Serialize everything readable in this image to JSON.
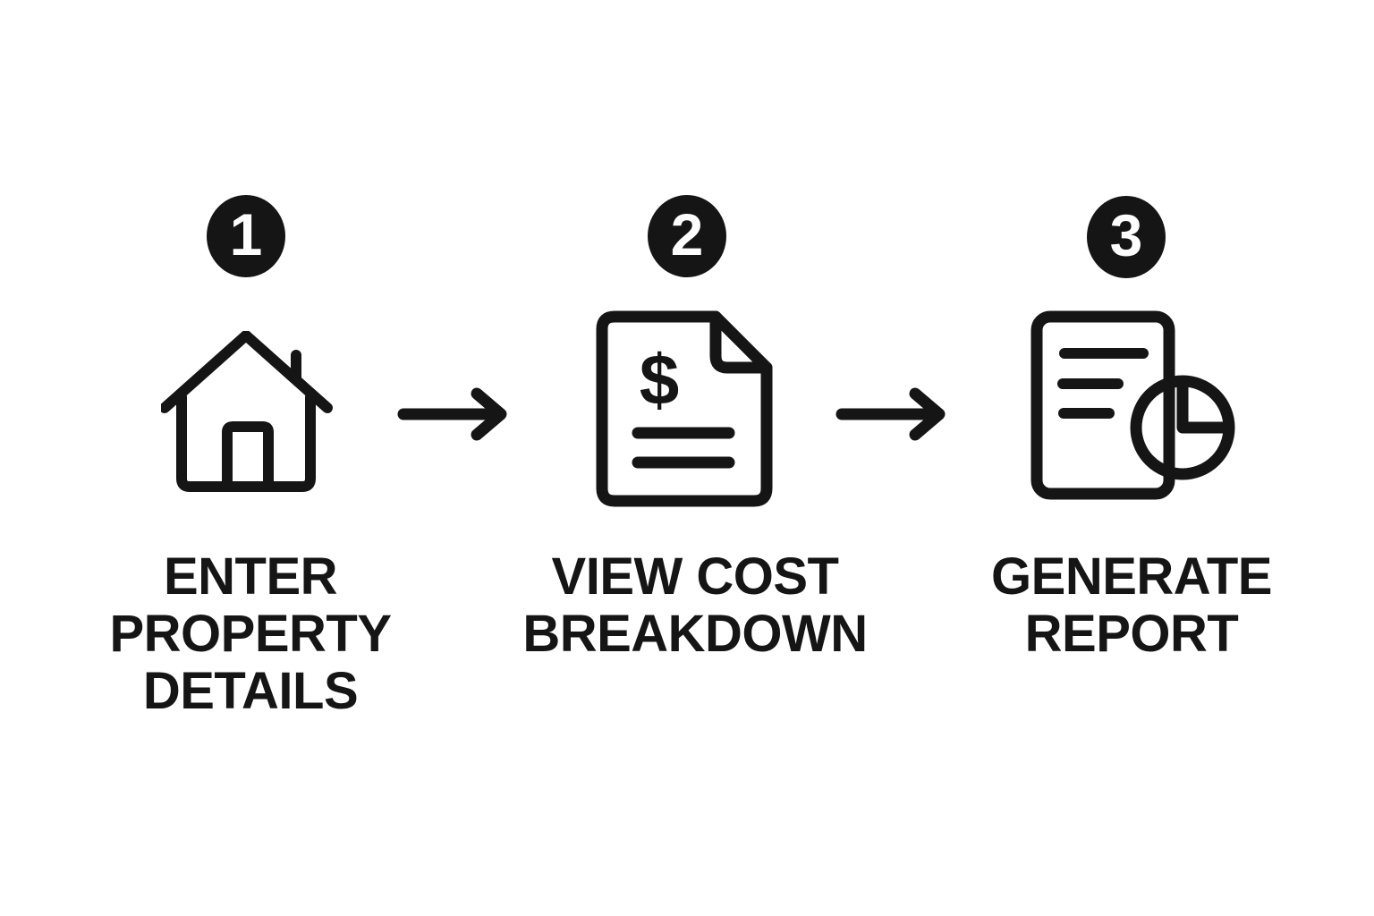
{
  "figure": {
    "type": "process-steps-infographic",
    "background_color": "#ffffff",
    "ink_color": "#151515",
    "badge_text_color": "#ffffff"
  },
  "steps": [
    {
      "number": "1",
      "icon": "house-icon",
      "label_lines": [
        "ENTER",
        "PROPERTY",
        "DETAILS"
      ]
    },
    {
      "number": "2",
      "icon": "dollar-document-icon",
      "dollar_glyph": "$",
      "label_lines": [
        "VIEW COST",
        "BREAKDOWN"
      ]
    },
    {
      "number": "3",
      "icon": "report-pie-chart-icon",
      "label_lines": [
        "GENERATE",
        "REPORT"
      ]
    }
  ],
  "connectors": [
    {
      "name": "arrow-right"
    },
    {
      "name": "arrow-right"
    }
  ]
}
